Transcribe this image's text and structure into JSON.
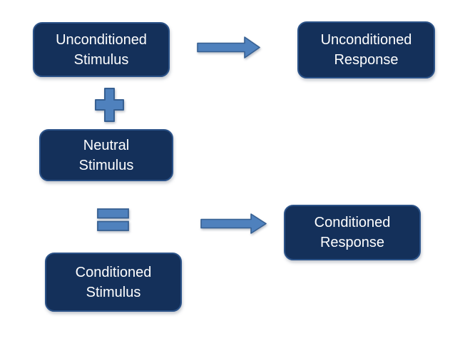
{
  "diagram": {
    "topic": "Classical conditioning relationship diagram",
    "colors": {
      "background": "#FFFFFF",
      "node_fill": "#14305A",
      "node_border": "#2B5288",
      "node_text": "#FFFFFF",
      "connector_fill": "#4F81BD",
      "connector_border": "#376092"
    },
    "nodes": [
      {
        "id": "unconditioned-stimulus",
        "line1": "Unconditioned",
        "line2": "Stimulus"
      },
      {
        "id": "unconditioned-response",
        "line1": "Unconditioned",
        "line2": "Response"
      },
      {
        "id": "neutral-stimulus",
        "line1": "Neutral",
        "line2": "Stimulus"
      },
      {
        "id": "conditioned-response",
        "line1": "Conditioned",
        "line2": "Response"
      },
      {
        "id": "conditioned-stimulus",
        "line1": "Conditioned",
        "line2": "Stimulus"
      }
    ],
    "connectors": [
      {
        "id": "arrow-unconditioned",
        "type": "right-arrow",
        "from": "unconditioned-stimulus",
        "to": "unconditioned-response"
      },
      {
        "id": "plus-sign",
        "type": "plus",
        "from": "unconditioned-stimulus",
        "to": "neutral-stimulus"
      },
      {
        "id": "equals-sign",
        "type": "equals",
        "from": "neutral-stimulus",
        "to": "conditioned-stimulus"
      },
      {
        "id": "arrow-conditioned",
        "type": "right-arrow",
        "from": "conditioned-stimulus",
        "to": "conditioned-response"
      }
    ]
  }
}
